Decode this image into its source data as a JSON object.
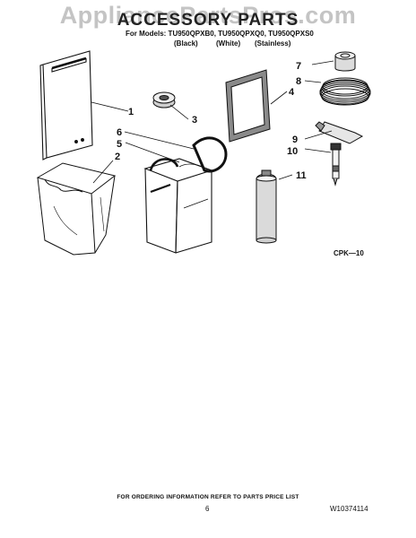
{
  "watermark": "AppliancePartsPros.com",
  "title": "ACCESSORY PARTS",
  "models_line": "For Models: TU950QPXB0, TU950QPXQ0, TU950QPXS0",
  "variants": [
    "(Black)",
    "(White)",
    "(Stainless)"
  ],
  "callouts": [
    "1",
    "2",
    "3",
    "4",
    "5",
    "6",
    "7",
    "8",
    "9",
    "10",
    "11"
  ],
  "figure_code": "CPK—10",
  "footer": {
    "ordering_note": "FOR ORDERING INFORMATION REFER TO PARTS PRICE LIST",
    "page_number": "6",
    "document_number": "W10374114"
  }
}
